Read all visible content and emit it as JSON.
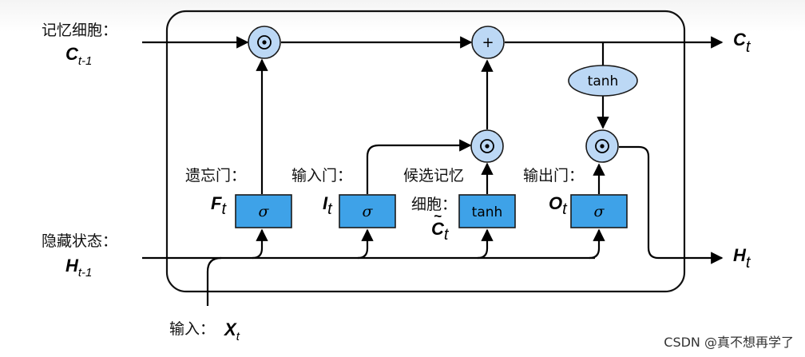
{
  "labels": {
    "memory_cell": "记忆细胞：",
    "c_prev_main": "C",
    "c_prev_sub": "t-1",
    "c_out_main": "C",
    "c_out_sub": "t",
    "hidden_state": "隐藏状态：",
    "h_prev_main": "H",
    "h_prev_sub": "t-1",
    "h_out_main": "H",
    "h_out_sub": "t",
    "input": "输入：",
    "x_main": "X",
    "x_sub": "t",
    "forget_gate": "遗忘门：",
    "f_main": "F",
    "f_sub": "t",
    "input_gate": "输入门：",
    "i_main": "I",
    "i_sub": "t",
    "candidate_line1": "候选记忆",
    "candidate_line2": "细胞：",
    "c_tilde_main": "C",
    "c_tilde_tilde": "~",
    "c_tilde_sub": "t",
    "output_gate": "输出门：",
    "o_main": "O",
    "o_sub": "t"
  },
  "gates": {
    "forget": "σ",
    "input": "σ",
    "candidate": "tanh",
    "output": "σ",
    "cell_tanh": "tanh"
  },
  "operators": {
    "forget_mul": "⊙",
    "add": "+",
    "input_mul": "⊙",
    "output_mul": "⊙"
  },
  "watermark": "CSDN @真不想再学了",
  "colors": {
    "node_fill": "#bcd8f5",
    "gate_fill": "#3ea2e8",
    "line": "#000000"
  }
}
